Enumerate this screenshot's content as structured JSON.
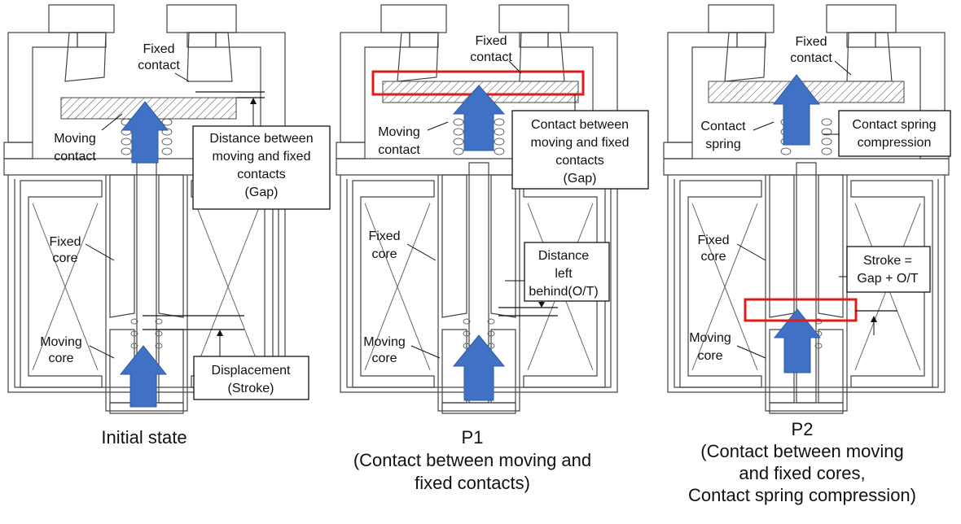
{
  "panels": [
    {
      "caption": [
        "Initial state"
      ],
      "labels": {
        "fixed_contact": [
          "Fixed",
          "contact"
        ],
        "moving_contact": [
          "Moving",
          "contact"
        ],
        "fixed_core": [
          "Fixed",
          "core"
        ],
        "moving_core": [
          "Moving",
          "core"
        ]
      },
      "callouts": [
        [
          "Distance between",
          "moving and fixed",
          "contacts",
          "(Gap)"
        ],
        [
          "Displacement",
          "(Stroke)"
        ]
      ]
    },
    {
      "caption": [
        "P1",
        "(Contact between moving and",
        "fixed contacts)"
      ],
      "labels": {
        "fixed_contact": [
          "Fixed",
          "contact"
        ],
        "moving_contact": [
          "Moving",
          "contact"
        ],
        "fixed_core": [
          "Fixed",
          "core"
        ],
        "moving_core": [
          "Moving",
          "core"
        ]
      },
      "callouts": [
        [
          "Contact between",
          "moving and fixed",
          "contacts",
          "(Gap)"
        ],
        [
          "Distance",
          "left",
          "behind(O/T)"
        ]
      ]
    },
    {
      "caption": [
        "P2",
        "(Contact between moving",
        "and fixed cores,",
        "Contact spring compression)"
      ],
      "labels": {
        "fixed_contact": [
          "Fixed",
          "contact"
        ],
        "contact_spring": [
          "Contact",
          "spring"
        ],
        "fixed_core": [
          "Fixed",
          "core"
        ],
        "moving_core": [
          "Moving",
          "core"
        ]
      },
      "callouts": [
        [
          "Contact spring",
          "compression"
        ],
        [
          "Stroke =",
          "Gap + O/T"
        ]
      ]
    }
  ],
  "colors": {
    "arrow": "#3f72c4",
    "highlight": "#e01b1b",
    "hatch": "#555555"
  }
}
